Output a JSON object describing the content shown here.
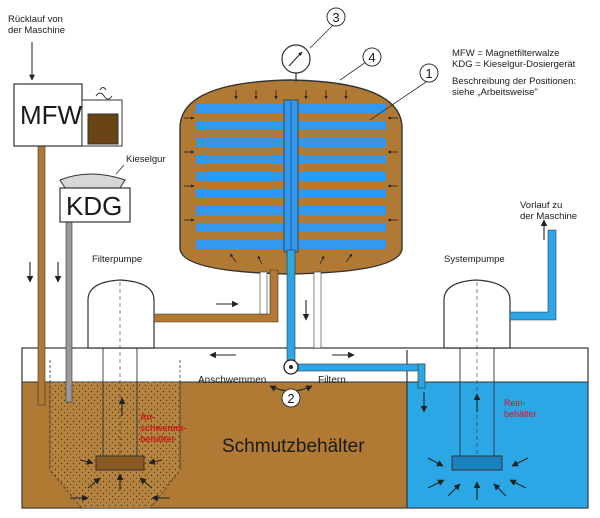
{
  "labels": {
    "return_line": [
      "Rücklauf von",
      "der Maschine"
    ],
    "mfw": "MFW",
    "kdg": "KDG",
    "kieselgur": "Kieselgur",
    "filterpumpe": "Filterpumpe",
    "systempumpe": "Systempumpe",
    "supply_line": [
      "Vorlauf zu",
      "der Maschine"
    ],
    "anschwemmen": "Anschwemmen",
    "filtern": "Filtern",
    "anschwemm_behaelter": [
      "An-",
      "schwemm-",
      "behälter"
    ],
    "rein_behaelter": [
      "Rein-",
      "behälter"
    ],
    "schmutzbehaelter": "Schmutzbehälter"
  },
  "legend": {
    "line1": "MFW = Magnetfilterwalze",
    "line2": "KDG = Kieselgur-Dosiergerät",
    "line3": "Beschreibung der Positionen:",
    "line4": "siehe „Arbeitsweise\""
  },
  "positions": [
    "1",
    "2",
    "3",
    "4"
  ],
  "colors": {
    "dirty": "#b07a35",
    "dirty_dark": "#8a5a22",
    "clean": "#2ba7e6",
    "clean_plate": "#3399ee",
    "equipment": "#ffffff",
    "outline": "#333333",
    "pipe_grey": "#9a9a9a"
  }
}
